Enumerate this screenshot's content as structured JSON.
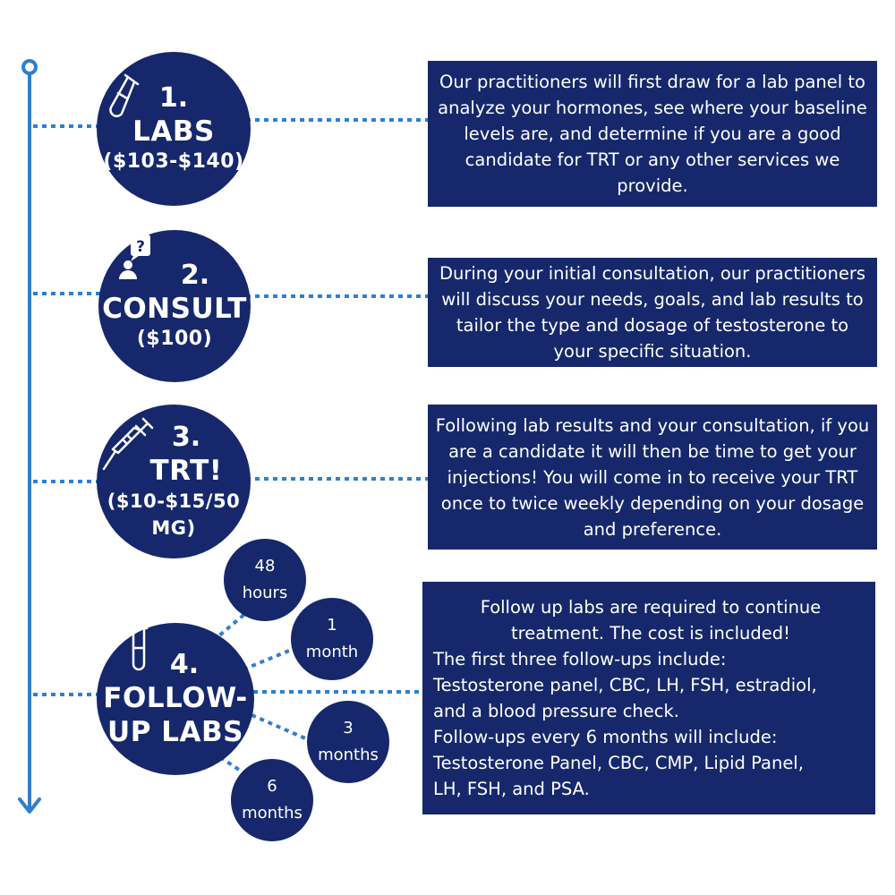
{
  "colors": {
    "navy": "#16286b",
    "line_blue": "#2f7fd0",
    "white": "#ffffff"
  },
  "steps": [
    {
      "number": "1.",
      "title": "LABS",
      "price": "($103-$140)",
      "icon": "test-tube-icon",
      "description": "Our practitioners will first draw for a lab panel to analyze your hormones, see where your baseline levels are, and determine if you are a good candidate for TRT or any other services we provide."
    },
    {
      "number": "2.",
      "title": "CONSULT",
      "price": "($100)",
      "icon": "person-question-icon",
      "description": "During your initial consultation, our practitioners will discuss your needs, goals, and lab results to tailor the type and dosage of testosterone to your specific situation."
    },
    {
      "number": "3.",
      "title": "TRT!",
      "price_line1": "($10-$15/50",
      "price_line2": "MG)",
      "icon": "syringe-icon",
      "description": "Following lab results and your consultation, if you are a candidate it will then be time to get your injections! You will come in to receive your TRT once to twice weekly depending on your dosage and preference."
    },
    {
      "number": "4.",
      "title_line1": "FOLLOW-",
      "title_line2": "UP LABS",
      "icon": "test-tube-icon",
      "description_intro": "Follow up labs are required to continue treatment. The cost is included!",
      "description_lines": [
        "The first three follow-ups include:",
        "Testosterone panel, CBC, LH, FSH, estradiol,",
        "and a blood pressure check.",
        "Follow-ups every 6 months will include:",
        "Testosterone Panel, CBC, CMP, Lipid Panel,",
        "LH, FSH, and PSA."
      ],
      "intervals": [
        {
          "value": "48",
          "unit": "hours"
        },
        {
          "value": "1",
          "unit": "month"
        },
        {
          "value": "3",
          "unit": "months"
        },
        {
          "value": "6",
          "unit": "months"
        }
      ]
    }
  ]
}
